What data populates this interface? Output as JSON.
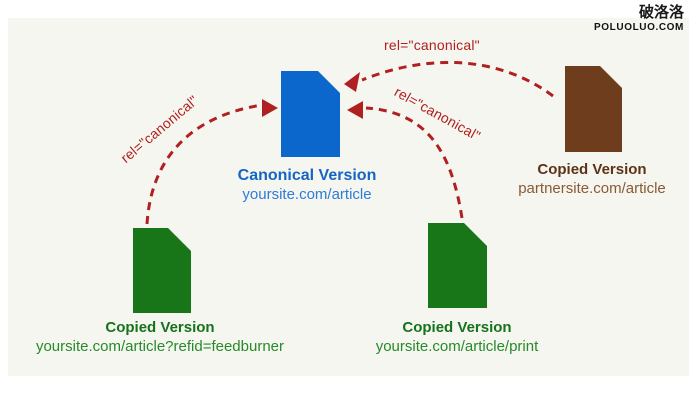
{
  "watermark": {
    "line1": "破洛洛",
    "line2": "POLUOLUO.COM"
  },
  "colors": {
    "doc_canonical": "#0b67cb",
    "doc_copied_green": "#187618",
    "doc_copied_brown": "#6e3d1d",
    "arrow": "#b02020",
    "canonical_title_text": "#1565c4",
    "canonical_url_text": "#2e7cd6",
    "green_title_text": "#17721c",
    "green_url_text": "#268a28",
    "brown_title_text": "#5d3317",
    "brown_url_text": "#8a5a33"
  },
  "nodes": {
    "canonical": {
      "title": "Canonical Version",
      "url": "yoursite.com/article"
    },
    "copied_partner": {
      "title": "Copied Version",
      "url": "partnersite.com/article"
    },
    "copied_feedburner": {
      "title": "Copied Version",
      "url": "yoursite.com/article?refid=feedburner"
    },
    "copied_print": {
      "title": "Copied Version",
      "url": "yoursite.com/article/print"
    }
  },
  "edges": {
    "from_partner": {
      "label": "rel=\"canonical\""
    },
    "from_print": {
      "label": "rel=\"canonical\""
    },
    "from_feedburner": {
      "label": "rel=\"canonical\""
    }
  }
}
